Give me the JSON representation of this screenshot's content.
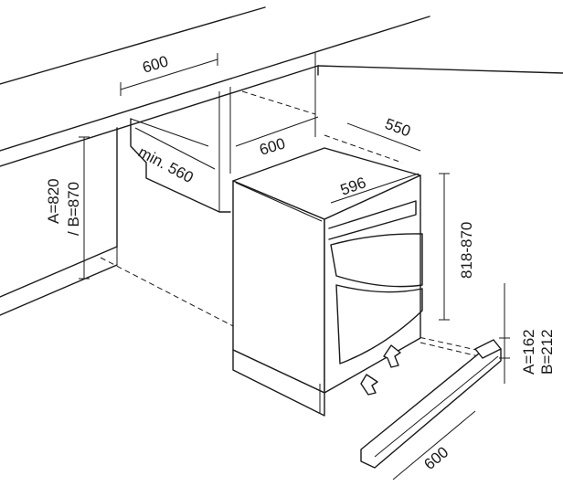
{
  "dimensions": {
    "niche_width": "600",
    "niche_min_width": "min. 560",
    "worktop_height_a": "A=820",
    "worktop_height_b": "/ B=870",
    "appliance_depth_top": "600",
    "appliance_depth": "550",
    "appliance_width": "596",
    "appliance_height": "818-870",
    "plinth_height_a": "A=162",
    "plinth_height_b": "B=212",
    "plinth_width": "600"
  }
}
